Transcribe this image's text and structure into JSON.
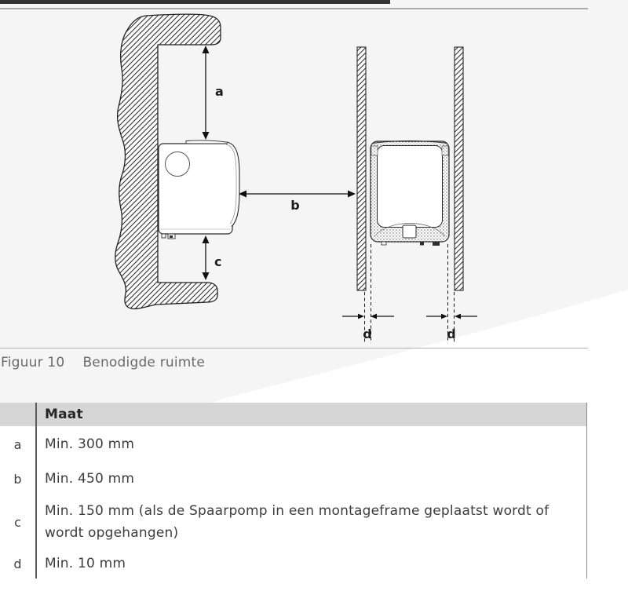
{
  "page": {
    "background_color": "#f5f5f5",
    "accent_bar_color": "#343434"
  },
  "figure": {
    "caption_label": "Figuur 10",
    "caption_title": "Benodigde ruimte",
    "dimension_labels": {
      "a": "a",
      "b": "b",
      "c": "c",
      "d": "d"
    }
  },
  "table": {
    "header": "Maat",
    "header_bg": "#d6d6d6",
    "rows": [
      {
        "key": "a",
        "value": "Min. 300 mm"
      },
      {
        "key": "b",
        "value": "Min. 450 mm"
      },
      {
        "key": "c",
        "value": "Min. 150 mm (als de Spaarpomp in een montageframe geplaatst wordt of wordt opgehangen)"
      },
      {
        "key": "d",
        "value": "Min. 10 mm"
      }
    ]
  }
}
